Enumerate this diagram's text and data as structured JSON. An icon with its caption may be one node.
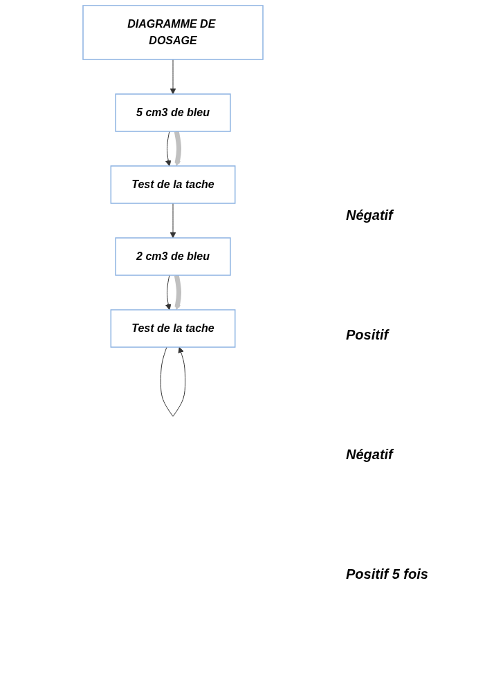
{
  "diagram": {
    "nodes": [
      {
        "text": [
          "DIAGRAMME DE DOSAGE"
        ]
      },
      {
        "text": [
          "5 cm3 de bleu"
        ]
      },
      {
        "text": [
          "Test de la tache"
        ]
      },
      {
        "text": [
          "2 cm3 de bleu"
        ]
      },
      {
        "text": [
          "Test de la tache"
        ]
      }
    ],
    "edges": [
      {
        "from": 0,
        "to": 1,
        "arrow": "to"
      },
      {
        "from": 1,
        "to": 2,
        "arrow": "to"
      },
      {
        "from": 1,
        "to": 2,
        "arrow": "to",
        "style": "thick",
        "color": "#c0c0c0"
      },
      {
        "from": 2,
        "to": 3,
        "arrow": "to"
      },
      {
        "from": 3,
        "to": 4,
        "arrow": "to"
      },
      {
        "from": 3,
        "to": 4,
        "arrow": "to",
        "style": "thick",
        "color": "#c0c0c0"
      },
      {
        "from": 4,
        "to": 4,
        "arrow": "to"
      }
    ],
    "labels": [
      "Négatif",
      "Positif",
      "Négatif",
      "Positif 5 fois"
    ]
  }
}
